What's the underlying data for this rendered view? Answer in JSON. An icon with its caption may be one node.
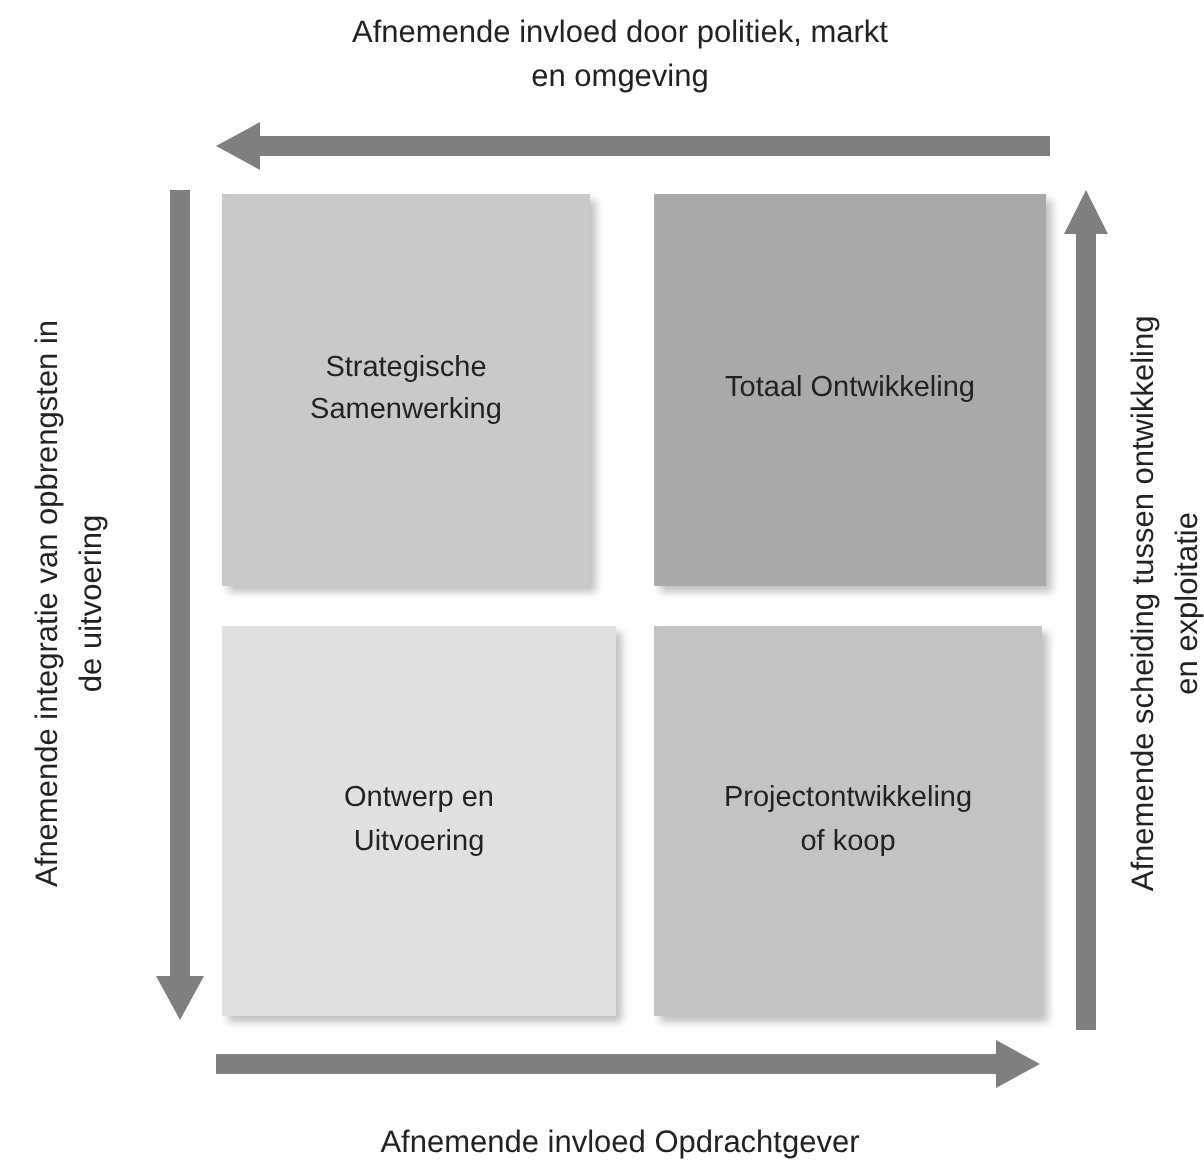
{
  "diagram": {
    "nodes": [
      {
        "text": [
          "Strategische Samenwerking"
        ]
      },
      {
        "text": [
          "Totaal Ontwikkeling"
        ]
      },
      {
        "text": [
          "Ontwerp en Uitvoering"
        ]
      },
      {
        "text": [
          "Projectontwikkeling of koop"
        ]
      }
    ],
    "labels": [
      "Afnemende invloed door politiek, markt en omgeving",
      "Afnemende integratie van opbrengsten in de uitvoering",
      "Afnemende scheiding tussen ontwikkeling en exploitatie",
      "Afnemende invloed Opdrachtgever"
    ]
  }
}
